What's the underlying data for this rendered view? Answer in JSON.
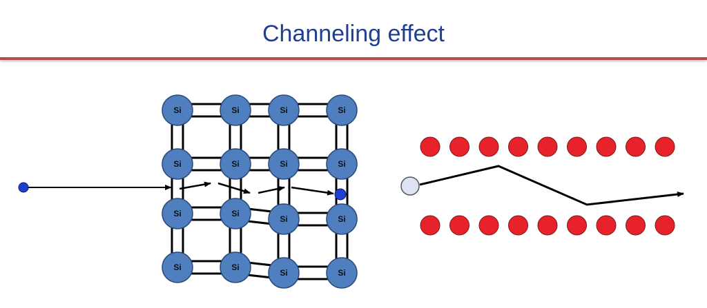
{
  "title": "Channeling effect",
  "lattice": {
    "atom_label": "Si",
    "atom_color": "#4f7fbf",
    "bond_color": "#000000"
  },
  "ion_color": "#1f3fd0",
  "channel": {
    "atom_color": "#e8222a",
    "incoming_particle_color": "#dde3f2",
    "atoms_per_row": 9,
    "rows": 2
  },
  "colors": {
    "title": "#1f3f95",
    "rule": "#b84b4b"
  }
}
